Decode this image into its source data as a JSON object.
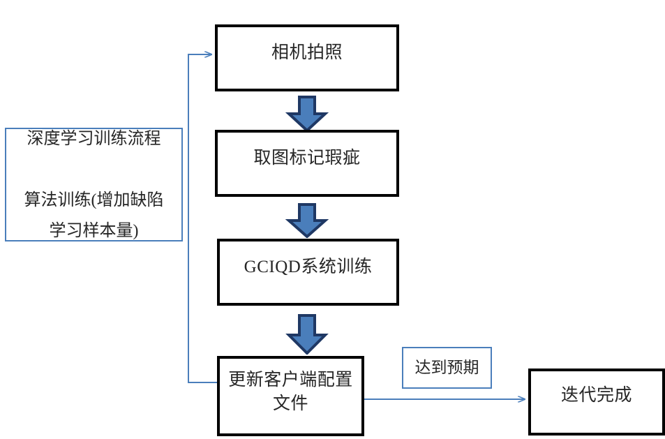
{
  "diagram": {
    "title_text": "深度学习训练流程",
    "type": "flowchart",
    "colors": {
      "box_border": "#000000",
      "note_border": "#4a7ebb",
      "arrow_fill": "#4a7ebb",
      "arrow_stroke": "#1f3864",
      "connector": "#4a7ebb",
      "text": "#262626",
      "background": "#ffffff"
    },
    "note_panel": {
      "name": "deep-learning-training-process-note",
      "line1": "深度学习训练流程",
      "line2": "算法训练(增加缺陷",
      "line3": "学习样本量)",
      "text": "深度学习训练流程\n\n算法训练(增加缺陷\n学习样本量)"
    },
    "nodes": [
      {
        "id": "camera-capture",
        "label": "相机拍照",
        "order": 1
      },
      {
        "id": "capture-and-mark-defects",
        "label": "取图标记瑕疵",
        "order": 2
      },
      {
        "id": "gciqd-system-training",
        "label": "GCIQD系统训练",
        "order": 3
      },
      {
        "id": "update-client-config-file",
        "label": "更新客户端配置\n文件",
        "order": 4
      },
      {
        "id": "iteration-complete",
        "label": "迭代完成",
        "order": 5
      }
    ],
    "condition_label": {
      "id": "meets-expectation",
      "label": "达到预期"
    },
    "arrows": [
      {
        "id": "arrow-camera-to-mark",
        "kind": "block-down",
        "from": "camera-capture",
        "to": "capture-and-mark-defects"
      },
      {
        "id": "arrow-mark-to-training",
        "kind": "block-down",
        "from": "capture-and-mark-defects",
        "to": "gciqd-system-training"
      },
      {
        "id": "arrow-training-to-update",
        "kind": "block-down",
        "from": "gciqd-system-training",
        "to": "update-client-config-file"
      },
      {
        "id": "arrow-update-to-complete",
        "kind": "line",
        "from": "update-client-config-file",
        "to": "iteration-complete",
        "label": "达到预期"
      },
      {
        "id": "arrow-feedback-loop",
        "kind": "line-elbow",
        "from": "update-client-config-file",
        "to": "camera-capture"
      }
    ]
  }
}
